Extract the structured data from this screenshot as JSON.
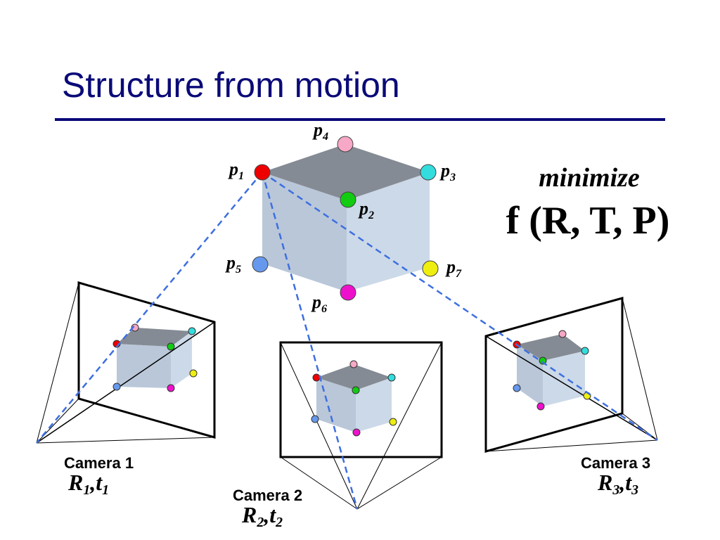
{
  "slide": {
    "title": "Structure from motion"
  },
  "objective": {
    "verb": "minimize",
    "formula": "f (R, T, P)"
  },
  "points": [
    {
      "base": "p",
      "sub": "1",
      "color": "#ee0000"
    },
    {
      "base": "p",
      "sub": "2",
      "color": "#11cc11"
    },
    {
      "base": "p",
      "sub": "3",
      "color": "#33dddd"
    },
    {
      "base": "p",
      "sub": "4",
      "color": "#f7a8c6"
    },
    {
      "base": "p",
      "sub": "5",
      "color": "#6699ee"
    },
    {
      "base": "p",
      "sub": "6",
      "color": "#ee11cc"
    },
    {
      "base": "p",
      "sub": "7",
      "color": "#eeee11"
    }
  ],
  "cameras": [
    {
      "name": "Camera 1",
      "rot_base": "R",
      "rot_sub": "1",
      "trans_base": "t",
      "trans_sub": "1"
    },
    {
      "name": "Camera 2",
      "rot_base": "R",
      "rot_sub": "2",
      "trans_base": "t",
      "trans_sub": "2"
    },
    {
      "name": "Camera 3",
      "rot_base": "R",
      "rot_sub": "3",
      "trans_base": "t",
      "trans_sub": "3"
    }
  ],
  "colors": {
    "title": "#0a0a78",
    "cube_top": "#858b94",
    "cube_left": "#b9c7d9",
    "cube_right": "#ccd9e8",
    "ray": "#3d6fe0"
  }
}
